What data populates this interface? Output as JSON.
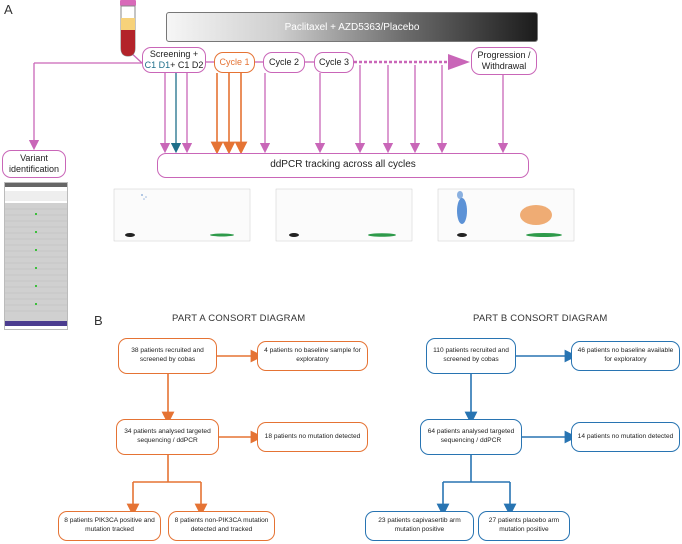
{
  "panels": {
    "a": "A",
    "b": "B"
  },
  "banner": "Paclitaxel + AZD5363/Placebo",
  "timeline": {
    "screening_line1": "Screening +",
    "c1d1": "C1 D1",
    "c1d2": "+ C1 D2",
    "cycle1": "Cycle 1",
    "cycle2": "Cycle 2",
    "cycle3": "Cycle 3",
    "progression": "Progression / Withdrawal"
  },
  "variant_identification": "Variant identification",
  "ddpcr": "ddPCR tracking across all cycles",
  "colors": {
    "pink": "#c966b8",
    "orange": "#e57334",
    "blue": "#2874b2",
    "teal": "#1e6f8a"
  },
  "part_a": {
    "title": "PART A CONSORT DIAGRAM",
    "recruited": "38 patients recruited and screened by cobas",
    "no_baseline": "4 patients no baseline sample for exploratory",
    "analysed": "34 patients analysed targeted sequencing / ddPCR",
    "no_mutation": "18 patients no mutation detected",
    "pik3ca": "8 patients PIK3CA positive and mutation tracked",
    "non_pik3ca": "8 patients non-PIK3CA mutation detected and tracked"
  },
  "part_b": {
    "title": "PART B CONSORT DIAGRAM",
    "recruited": "110 patients recruited and screened by cobas",
    "no_baseline": "46 patients no baseline available for exploratory",
    "analysed": "64 patients analysed targeted sequencing / ddPCR",
    "no_mutation": "14 patients no mutation detected",
    "capivasertib": "23 patients capivasertib arm mutation positive",
    "placebo": "27 patients placebo arm mutation positive"
  }
}
